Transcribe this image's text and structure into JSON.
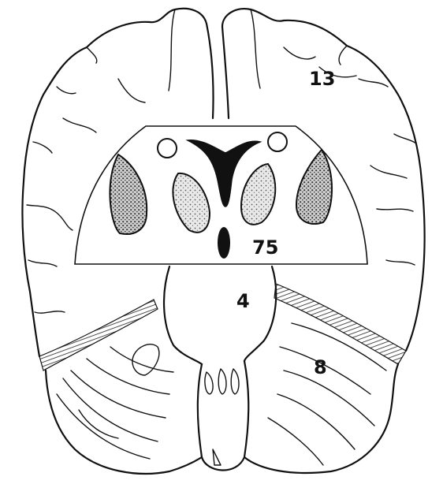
{
  "labels": {
    "hemisphere": "13",
    "pons": "4",
    "cerebellum": "8",
    "section": "75"
  }
}
